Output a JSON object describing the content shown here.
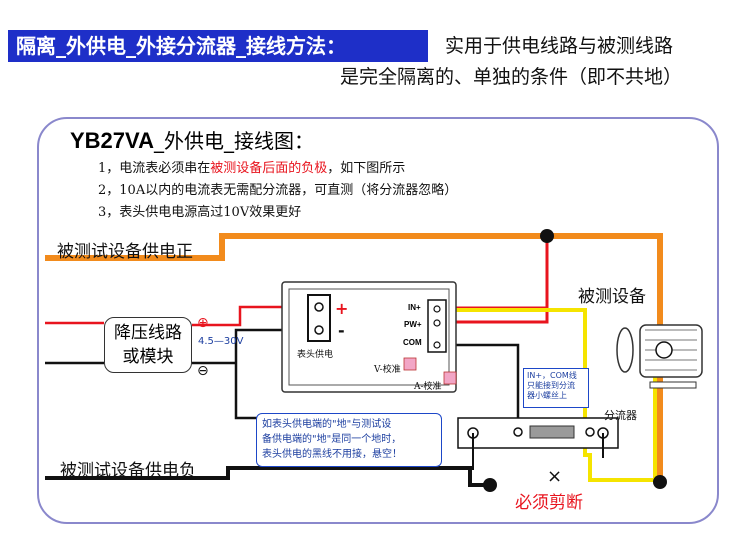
{
  "header": {
    "title": "隔离_外供电_外接分流器_接线方法：",
    "subtitle_line1": "实用于供电线路与被测线路",
    "subtitle_line2": "是完全隔离的、单独的条件（即不共地）"
  },
  "diagram": {
    "title_model": "YB27VA",
    "title_rest": "_外供电_接线图：",
    "notes": [
      {
        "prefix": "1，电流表必须串在",
        "highlight": "被测设备后面的负极",
        "suffix": "，如下图所示"
      },
      {
        "text": "2，10A以内的电流表无需配分流器，可直测（将分流器忽略）"
      },
      {
        "text": "3，表头供电电源高过10V效果更好"
      }
    ],
    "labels": {
      "supply_positive": "被测试设备供电正",
      "supply_negative": "被测试设备供电负",
      "device": "被测设备",
      "must_cut": "必须剪断",
      "cut_mark": "×",
      "converter_line1": "降压线路",
      "converter_line2": "或模块",
      "plus_symbol": "⊕",
      "minus_symbol": "⊖",
      "voltage_range": "4.5—30V",
      "meter_supply": "表头供电",
      "term_plus": "+",
      "term_minus": "-",
      "in_plus": "IN+",
      "pw_plus": "PW+",
      "com": "COM",
      "v_calibration": "V-校准",
      "a_calibration": "A-校准",
      "shunt": "分流器"
    },
    "callouts": {
      "com_tip": [
        "IN+，COM线",
        "只能接到分流",
        "器小螺丝上"
      ],
      "ground_tip": [
        "如表头供电端的\"地\"与测试设",
        "备供电端的\"地\"是同一个地时，",
        "表头供电的黑线不用接，悬空！"
      ]
    },
    "colors": {
      "title_bg": "#1e2fc8",
      "wire_orange": "#f28b1c",
      "wire_red": "#e8141e",
      "wire_yellow": "#f5e400",
      "wire_black": "#111111",
      "callout_blue": "#1d47c8",
      "frame": "#8a88cc"
    }
  }
}
